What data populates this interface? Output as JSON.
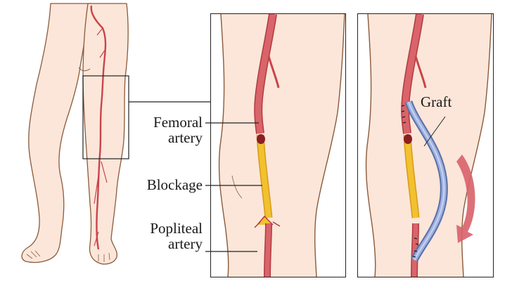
{
  "diagram": {
    "type": "medical-illustration",
    "subject": "Femoral-popliteal bypass graft",
    "labels": {
      "femoral": "Femoral",
      "femoral_2": "artery",
      "blockage": "Blockage",
      "popliteal": "Popliteal",
      "popliteal_2": "artery",
      "graft": "Graft"
    },
    "panels": [
      {
        "name": "full-leg-view",
        "description": "Whole leg showing artery with zoom box around thigh/knee"
      },
      {
        "name": "blocked-artery-panel",
        "description": "Close-up of femoral artery with yellow blockage"
      },
      {
        "name": "bypass-graft-panel",
        "description": "Close-up showing blue graft bypassing blockage with red flow arrow"
      }
    ],
    "colors": {
      "skin": "#fbe6d9",
      "skin_outline": "#8a5a3c",
      "artery": "#d9646a",
      "artery_dark": "#b23a42",
      "blockage": "#f2c12e",
      "graft": "#8fa3d6",
      "graft_dark": "#5a6fa8",
      "arrow": "#d8606a",
      "frame": "#222222"
    }
  }
}
